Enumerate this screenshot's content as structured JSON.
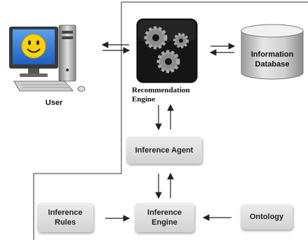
{
  "nodes": {
    "user": {
      "label": "User"
    },
    "recommendation_engine": {
      "line1": "Recommendation",
      "line2": "Engine"
    },
    "information_database": {
      "line1": "Information",
      "line2": "Database"
    },
    "inference_agent": {
      "label": "Inference Agent"
    },
    "inference_rules": {
      "line1": "Inference",
      "line2": "Rules"
    },
    "inference_engine": {
      "line1": "Inference",
      "line2": "Engine"
    },
    "ontology": {
      "label": "Ontology"
    }
  },
  "icons": {
    "computer": "computer-with-smiley-icon",
    "gears": "gears-icon",
    "database": "database-cylinder-icon"
  },
  "colors": {
    "box_fill": "#dcdcdc",
    "engine_fill": "#1a1a1a",
    "screen_blue": "#1e5fc2",
    "smiley_yellow": "#ffd400",
    "line": "#222222"
  }
}
